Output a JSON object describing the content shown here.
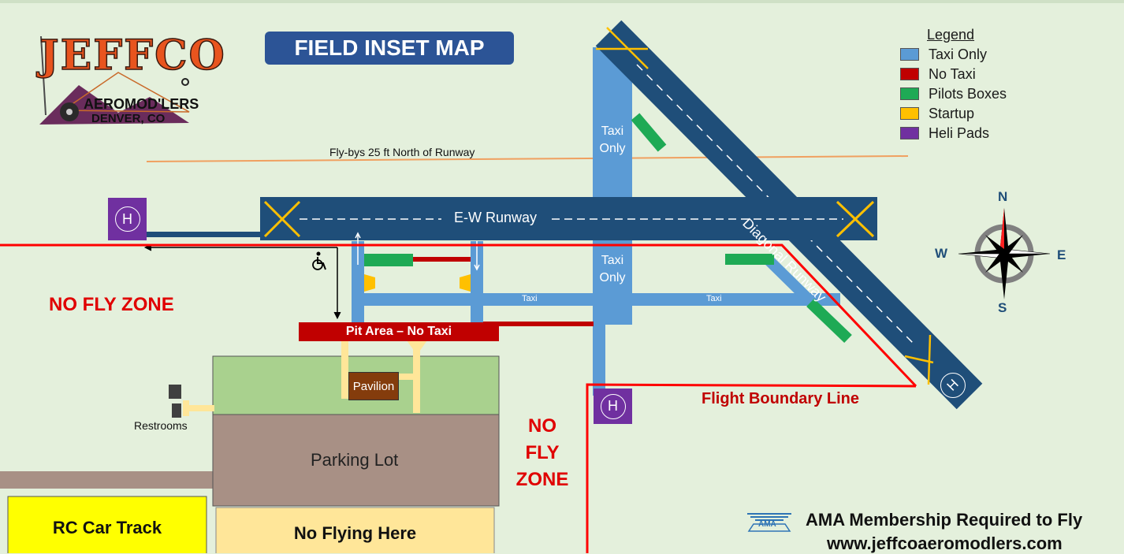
{
  "title": "FIELD INSET MAP",
  "logo": {
    "name": "JEFFCO",
    "club": "AEROMOD'LERS",
    "location": "DENVER, CO"
  },
  "legend": {
    "heading": "Legend",
    "items": [
      {
        "label": "Taxi Only",
        "color": "#5b9bd5"
      },
      {
        "label": "No Taxi",
        "color": "#c00000"
      },
      {
        "label": "Pilots Boxes",
        "color": "#1eaa55"
      },
      {
        "label": "Startup",
        "color": "#ffc000"
      },
      {
        "label": "Heli Pads",
        "color": "#7030a0"
      }
    ]
  },
  "flyby_note": "Fly-bys 25 ft North of Runway",
  "runways": {
    "ew": "E-W Runway",
    "diagonal": "Diagonal  Runway"
  },
  "taxi_only_labels": [
    "Taxi\nOnly",
    "Taxi\nOnly"
  ],
  "taxi_small": [
    "Taxi",
    "Taxi"
  ],
  "no_fly_zone_west": "NO FLY ZONE",
  "no_fly_zone_south": [
    "NO",
    "FLY",
    "ZONE"
  ],
  "pit_area": "Pit Area – No Taxi",
  "pavilion": "Pavilion",
  "restrooms": "Restrooms",
  "parking": "Parking Lot",
  "rc_car_track": "RC Car Track",
  "no_flying_here": "No Flying Here",
  "flight_boundary": "Flight Boundary Line",
  "heli_pad_letter": "H",
  "compass": {
    "n": "N",
    "s": "S",
    "e": "E",
    "w": "W"
  },
  "ama_logo": "AMA",
  "ama_note": "AMA Membership Required to Fly",
  "website": "www.jeffcoaeromodlers.com",
  "colors": {
    "runway": "#1f4e79",
    "taxi": "#5b9bd5",
    "no_fly": "#e00000",
    "boundary": "#ff0000"
  }
}
